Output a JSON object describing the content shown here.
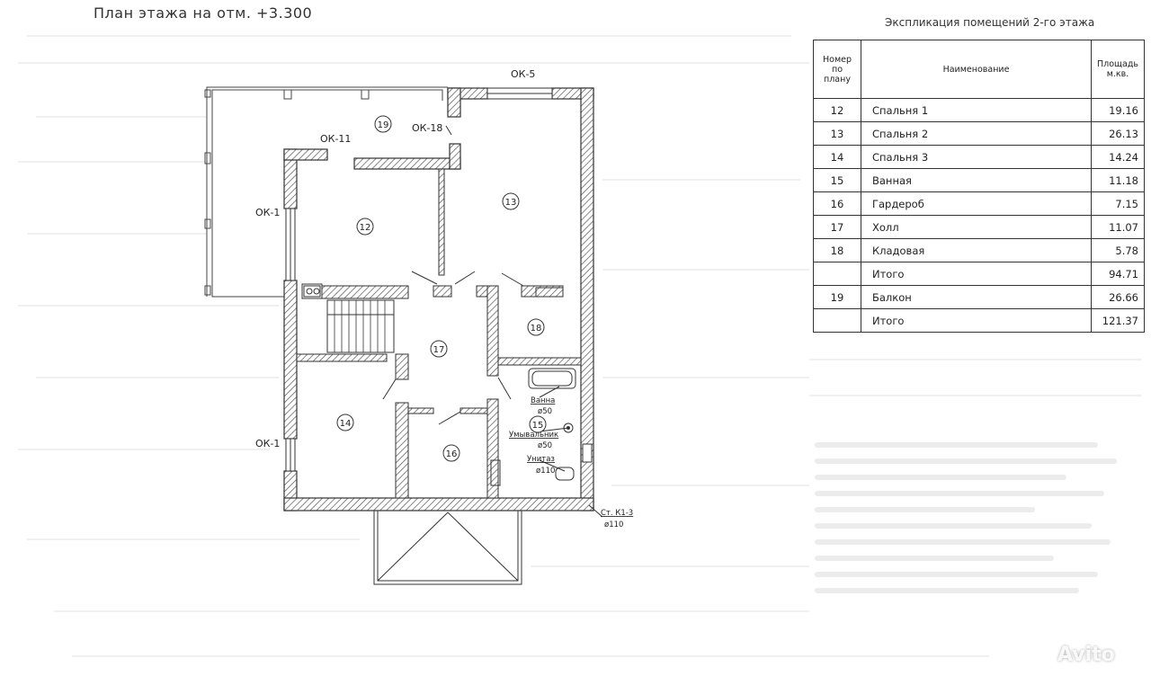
{
  "title": "План этажа на отм. +3.300",
  "explication": {
    "title": "Экспликация помещений 2-го этажа",
    "headers": {
      "num": "Номер по плану",
      "name": "Наименование",
      "area": "Площадь м.кв."
    },
    "rows": [
      {
        "num": "12",
        "name": "Спальня 1",
        "area": "19.16"
      },
      {
        "num": "13",
        "name": "Спальня 2",
        "area": "26.13"
      },
      {
        "num": "14",
        "name": "Спальня 3",
        "area": "14.24"
      },
      {
        "num": "15",
        "name": "Ванная",
        "area": "11.18"
      },
      {
        "num": "16",
        "name": "Гардероб",
        "area": "7.15"
      },
      {
        "num": "17",
        "name": "Холл",
        "area": "11.07"
      },
      {
        "num": "18",
        "name": "Кладовая",
        "area": "5.78"
      },
      {
        "num": "",
        "name": "Итого",
        "area": "94.71"
      },
      {
        "num": "19",
        "name": "Балкон",
        "area": "26.66"
      },
      {
        "num": "",
        "name": "Итого",
        "area": "121.37"
      }
    ]
  },
  "plan_labels": {
    "ok5": "ОК-5",
    "ok11": "ОК-11",
    "ok18": "ОК-18",
    "ok1_top": "ОК-1",
    "ok1_bottom": "ОК-1",
    "room12": "12",
    "room13": "13",
    "room14": "14",
    "room15": "15",
    "room16": "16",
    "room17": "17",
    "room18": "18",
    "room19": "19",
    "vanna": "Ванна",
    "vanna_d": "ø50",
    "umyvalnik": "Умывальник",
    "umyvalnik_d": "ø50",
    "unitaz": "Унитаз",
    "unitaz_d": "ø110",
    "riser": "Ст. К1-3",
    "riser_d": "ø110"
  },
  "colors": {
    "line": "#333333",
    "hatch": "#555555",
    "bg": "#ffffff"
  },
  "watermark": "Avito"
}
